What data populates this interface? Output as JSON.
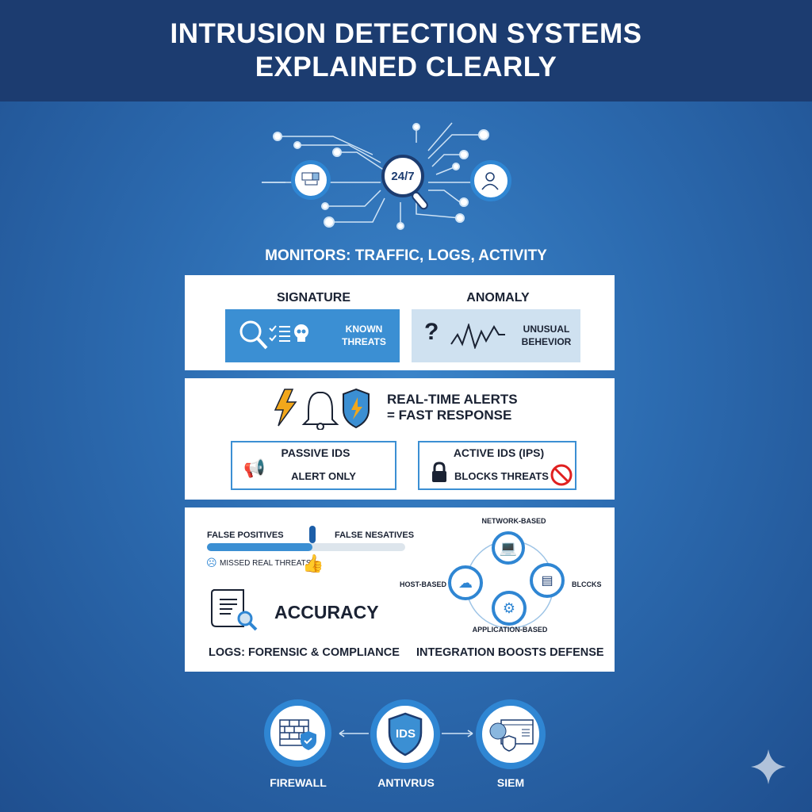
{
  "header": {
    "title_line1": "INTRUSION DETECTION SYSTEMS",
    "title_line2": "EXPLAINED CLEARLY"
  },
  "hero": {
    "badge": "24/7",
    "caption": "MONITORS: TRAFFIC, LOGS, ACTIVITY"
  },
  "detection": {
    "signature": {
      "title": "SIGNATURE",
      "label_line1": "KNOWN",
      "label_line2": "THREATS"
    },
    "anomaly": {
      "title": "ANOMALY",
      "label_line1": "UNUSUAL",
      "label_line2": "BEHEVIOR"
    }
  },
  "alerts": {
    "line1": "REAL-TIME ALERTS",
    "line2": "= FAST RESPONSE",
    "passive": {
      "title": "PASSIVE IDS",
      "label": "ALERT ONLY"
    },
    "active": {
      "title": "ACTIVE IDS (IPS)",
      "label": "BLOCKS THREATS"
    }
  },
  "accuracy": {
    "left_label": "FALSE POSITIVES",
    "right_label": "FALSE NESATIVES",
    "slider_position": 0.53,
    "missed": "MISSED REAL THREATS",
    "title": "ACCURACY",
    "logs_caption": "LOGS: FORENSIC & COMPLIANCE"
  },
  "integration": {
    "top": "NETWORK-BASED",
    "left": "HOST-BASED",
    "right": "BLCCKS",
    "bottom": "APPLICATION-BASED",
    "caption": "INTEGRATION BOOSTS DEFENSE"
  },
  "stack": {
    "firewall": "FIREWALL",
    "ids_badge": "IDS",
    "antivirus": "ANTIVRUS",
    "siem": "SIEM"
  },
  "colors": {
    "accent": "#2f86d3",
    "header": "#1c3c70",
    "warning": "#f2a71b",
    "danger": "#e02020",
    "light_panel": "#cfe1f0"
  }
}
